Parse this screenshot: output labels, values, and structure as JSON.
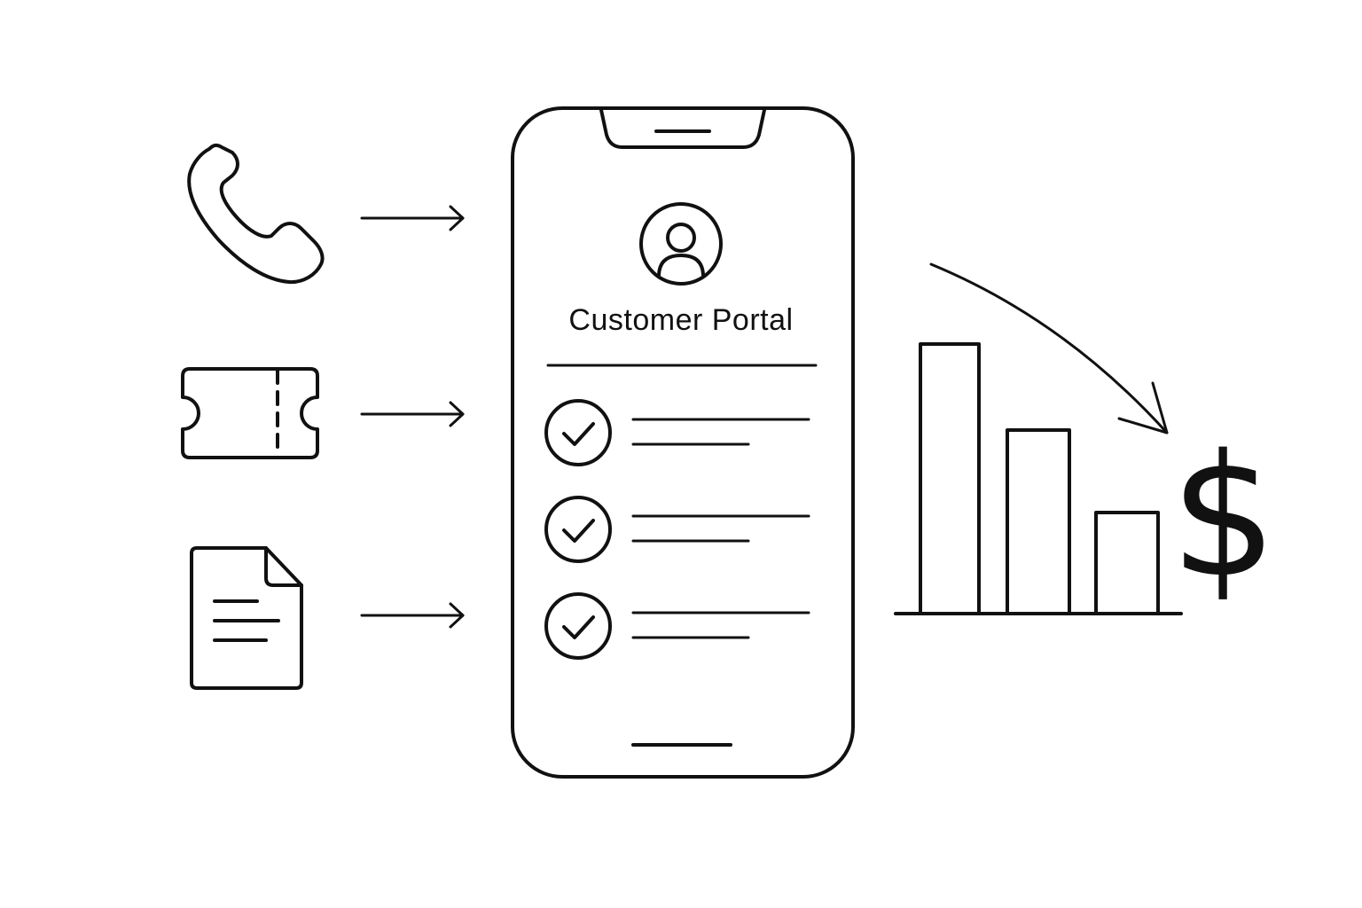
{
  "portal": {
    "title": "Customer Portal",
    "checklist_count": 3
  },
  "inputs": [
    {
      "icon": "phone-icon"
    },
    {
      "icon": "ticket-icon"
    },
    {
      "icon": "document-icon"
    }
  ],
  "outcome": {
    "symbol": "$",
    "trend": "decreasing",
    "bars_relative": [
      1.0,
      0.7,
      0.38
    ]
  },
  "colors": {
    "line": "#111111",
    "background": "#ffffff"
  }
}
